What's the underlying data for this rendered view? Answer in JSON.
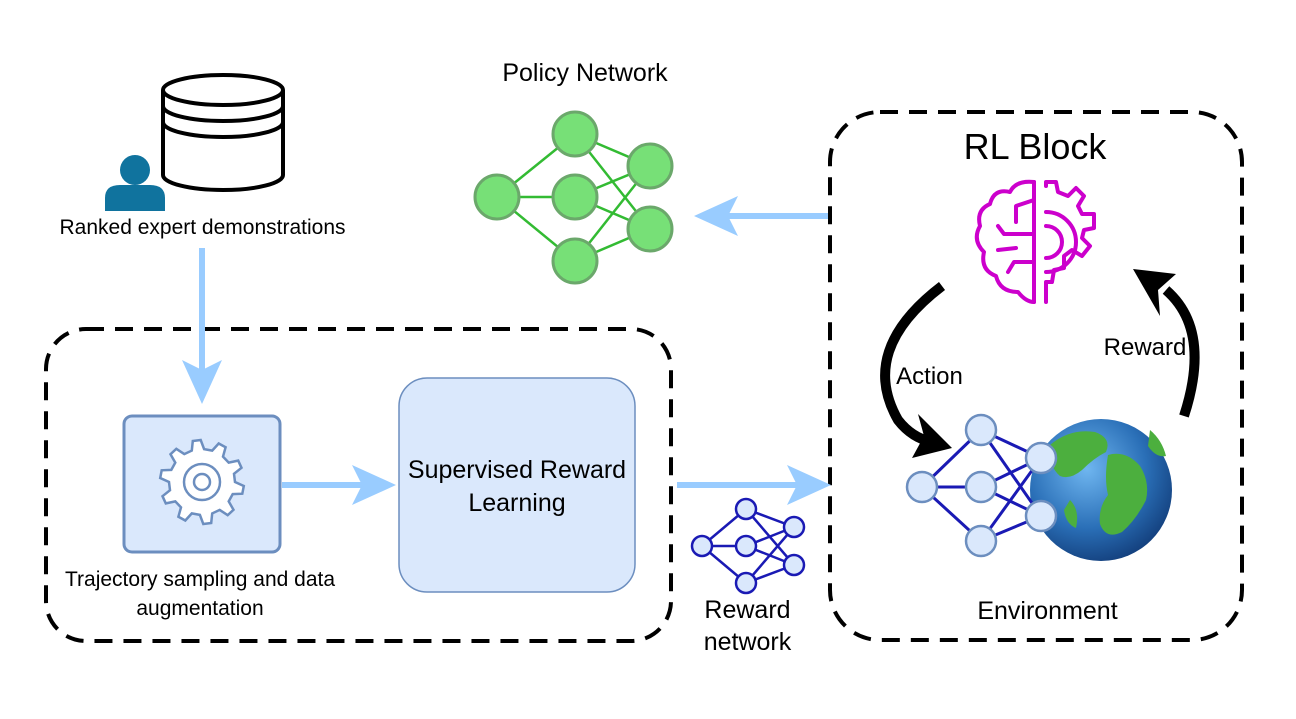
{
  "labels": {
    "policy_network": "Policy Network",
    "rl_block": "RL Block",
    "ranked_expert": "Ranked expert demonstrations",
    "action": "Action",
    "reward": "Reward",
    "trajectory": "Trajectory sampling and data augmentation",
    "supervised": "Supervised Reward Learning",
    "environment": "Environment",
    "reward_network": "Reward network"
  },
  "colors": {
    "arrow_light_blue": "#99CCFF",
    "policy_node_fill": "#77E077",
    "policy_node_stroke": "#6BA86B",
    "policy_edge": "#33BB33",
    "brain_magenta": "#CC00CC",
    "network_blue": "#1A1AB4",
    "network_node_fill": "#DAE8FC",
    "box_fill": "#DAE8FC",
    "box_stroke": "#6C8EBF",
    "user_icon": "#10739E",
    "globe_ocean": "#2A6FB7",
    "globe_land": "#4CAF3E"
  }
}
